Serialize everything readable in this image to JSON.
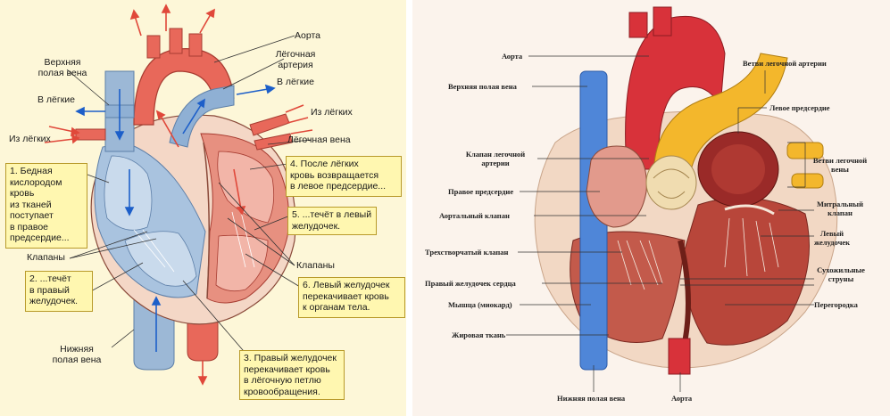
{
  "left_diagram": {
    "labels": {
      "aorta": "Аорта",
      "pulmonary_artery": "Лёгочная\nартерия",
      "superior_vena_cava": "Верхняя\nполая вена",
      "to_lungs_left": "В лёгкие",
      "to_lungs_right": "В лёгкие",
      "from_lungs_left": "Из лёгких",
      "from_lungs_right": "Из лёгких",
      "pulmonary_vein": "Лёгочная вена",
      "valves_left": "Клапаны",
      "valves_right": "Клапаны",
      "inferior_vena_cava": "Нижняя\nполая вена"
    },
    "steps": [
      "1. Бедная\n   кислородом\n   кровь\n   из тканей\n   поступает\n   в правое\n   предсердие...",
      "2. ...течёт\n   в правый\n   желудочек.",
      "3. Правый желудочек\n   перекачивает кровь\n   в лёгочную петлю\n   кровообращения.",
      "4. После лёгких\n   кровь возвращается\n   в левое предсердие...",
      "5. ...течёт в левый\n   желудочек.",
      "6. Левый желудочек\n   перекачивает кровь\n   к органам тела."
    ]
  },
  "right_diagram": {
    "labels": {
      "aorta_top": "Аорта",
      "superior_vena_cava": "Верхняя полая вена",
      "pulmonary_branches_top": "Ветви легочной артерии",
      "left_atrium": "Левое предсердие",
      "pulmonary_valve": "Клапан легочной\nартерии",
      "pulmonary_vein_branches": "Ветви легочной\nвены",
      "right_atrium": "Правое предсердие",
      "aortic_valve": "Аортальный клапан",
      "mitral_valve": "Митральный\nклапан",
      "tricuspid_valve": "Трехстворчатый клапан",
      "left_ventricle": "Левый\nжелудочек",
      "right_ventricle": "Правый желудочек сердца",
      "chordae": "Сухожильные\nструны",
      "myocardium": "Мышца (миокард)",
      "septum": "Перегородка",
      "fat_tissue": "Жировая ткань",
      "inferior_vena_cava": "Нижняя полая вена",
      "aorta_bottom": "Аорта"
    }
  },
  "colors": {
    "left_bg": "#fdf7d8",
    "oxygenated": "#e8685a",
    "deoxygenated": "#9cb8d6",
    "arrow_blue": "#1d5fc9",
    "arrow_red": "#e0483a",
    "box_fill": "#fff7b0",
    "right_bg": "#fbf3ec",
    "vein_blue": "#4f86d8",
    "aorta_red": "#d8323a",
    "pulmonary_yellow": "#f3b72c",
    "muscle": "#b8463a"
  }
}
